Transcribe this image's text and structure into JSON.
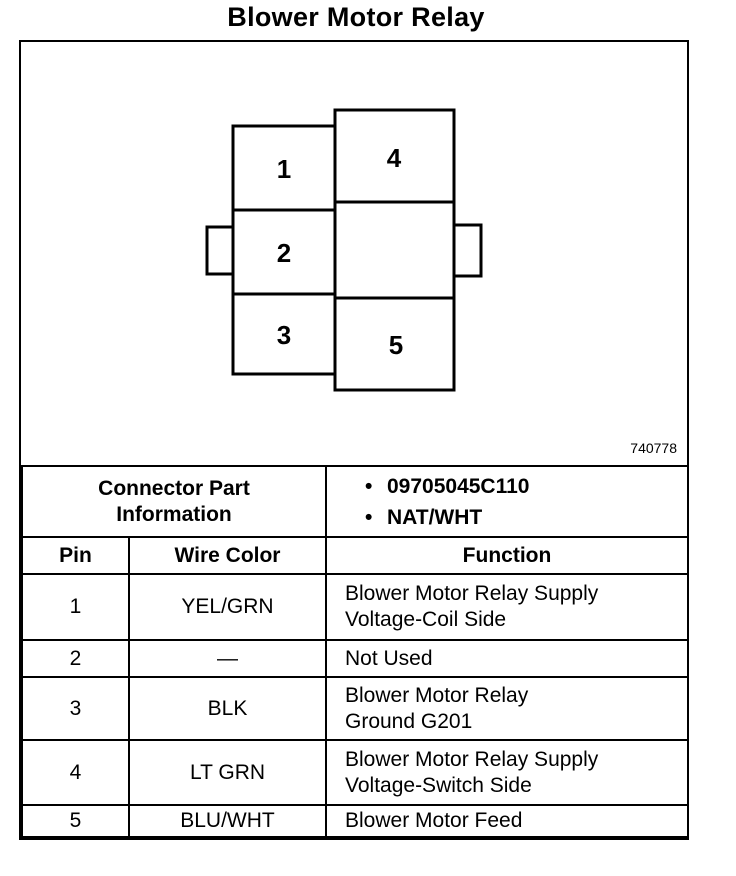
{
  "title": "Blower Motor Relay",
  "figure_id": "740778",
  "connector": {
    "pins": [
      "1",
      "2",
      "3",
      "4",
      "5"
    ]
  },
  "connector_info": {
    "label_line1": "Connector Part",
    "label_line2": "Information",
    "items": [
      "09705045C110",
      "NAT/WHT"
    ],
    "bullet": "•"
  },
  "table": {
    "headers": [
      "Pin",
      "Wire Color",
      "Function"
    ],
    "rows": [
      {
        "pin": "1",
        "wire_color": "YEL/GRN",
        "function_line1": "Blower Motor Relay Supply",
        "function_line2": "Voltage-Coil Side"
      },
      {
        "pin": "2",
        "wire_color": "—",
        "function_line1": "Not Used",
        "function_line2": ""
      },
      {
        "pin": "3",
        "wire_color": "BLK",
        "function_line1": "Blower Motor Relay",
        "function_line2": "Ground G201"
      },
      {
        "pin": "4",
        "wire_color": "LT GRN",
        "function_line1": "Blower Motor Relay Supply",
        "function_line2": "Voltage-Switch Side"
      },
      {
        "pin": "5",
        "wire_color": "BLU/WHT",
        "function_line1": "Blower Motor Feed",
        "function_line2": ""
      }
    ]
  }
}
